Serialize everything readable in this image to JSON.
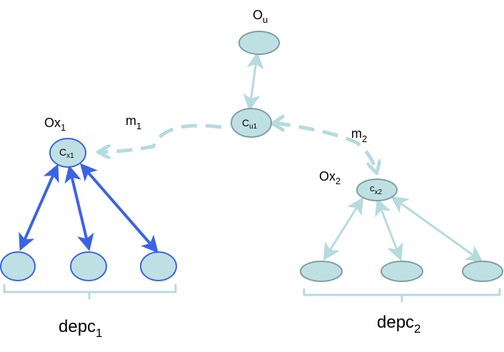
{
  "labels": {
    "ou": {
      "base": "O",
      "sub": "u"
    },
    "ox1": {
      "base": "Ox",
      "sub": "1"
    },
    "ox2": {
      "base": "Ox",
      "sub": "2"
    },
    "m1": {
      "base": "m",
      "sub": "1"
    },
    "m2": {
      "base": "m",
      "sub": "2"
    },
    "depc1": {
      "base": "depc",
      "sub": "1"
    },
    "depc2": {
      "base": "depc",
      "sub": "2"
    }
  },
  "nodes": {
    "cu1": {
      "base": "C",
      "sub": "u1"
    },
    "cx1": {
      "base": "C",
      "sub": "x1"
    },
    "cx2": {
      "base": "c",
      "sub": "x2"
    }
  },
  "colors": {
    "light_fill": "#bfe0e3",
    "light_stroke": "#7f9ea3",
    "light_edge": "#b5dbdf",
    "dark_edge": "#3b63e6",
    "dark_stroke": "#3b63e6"
  }
}
